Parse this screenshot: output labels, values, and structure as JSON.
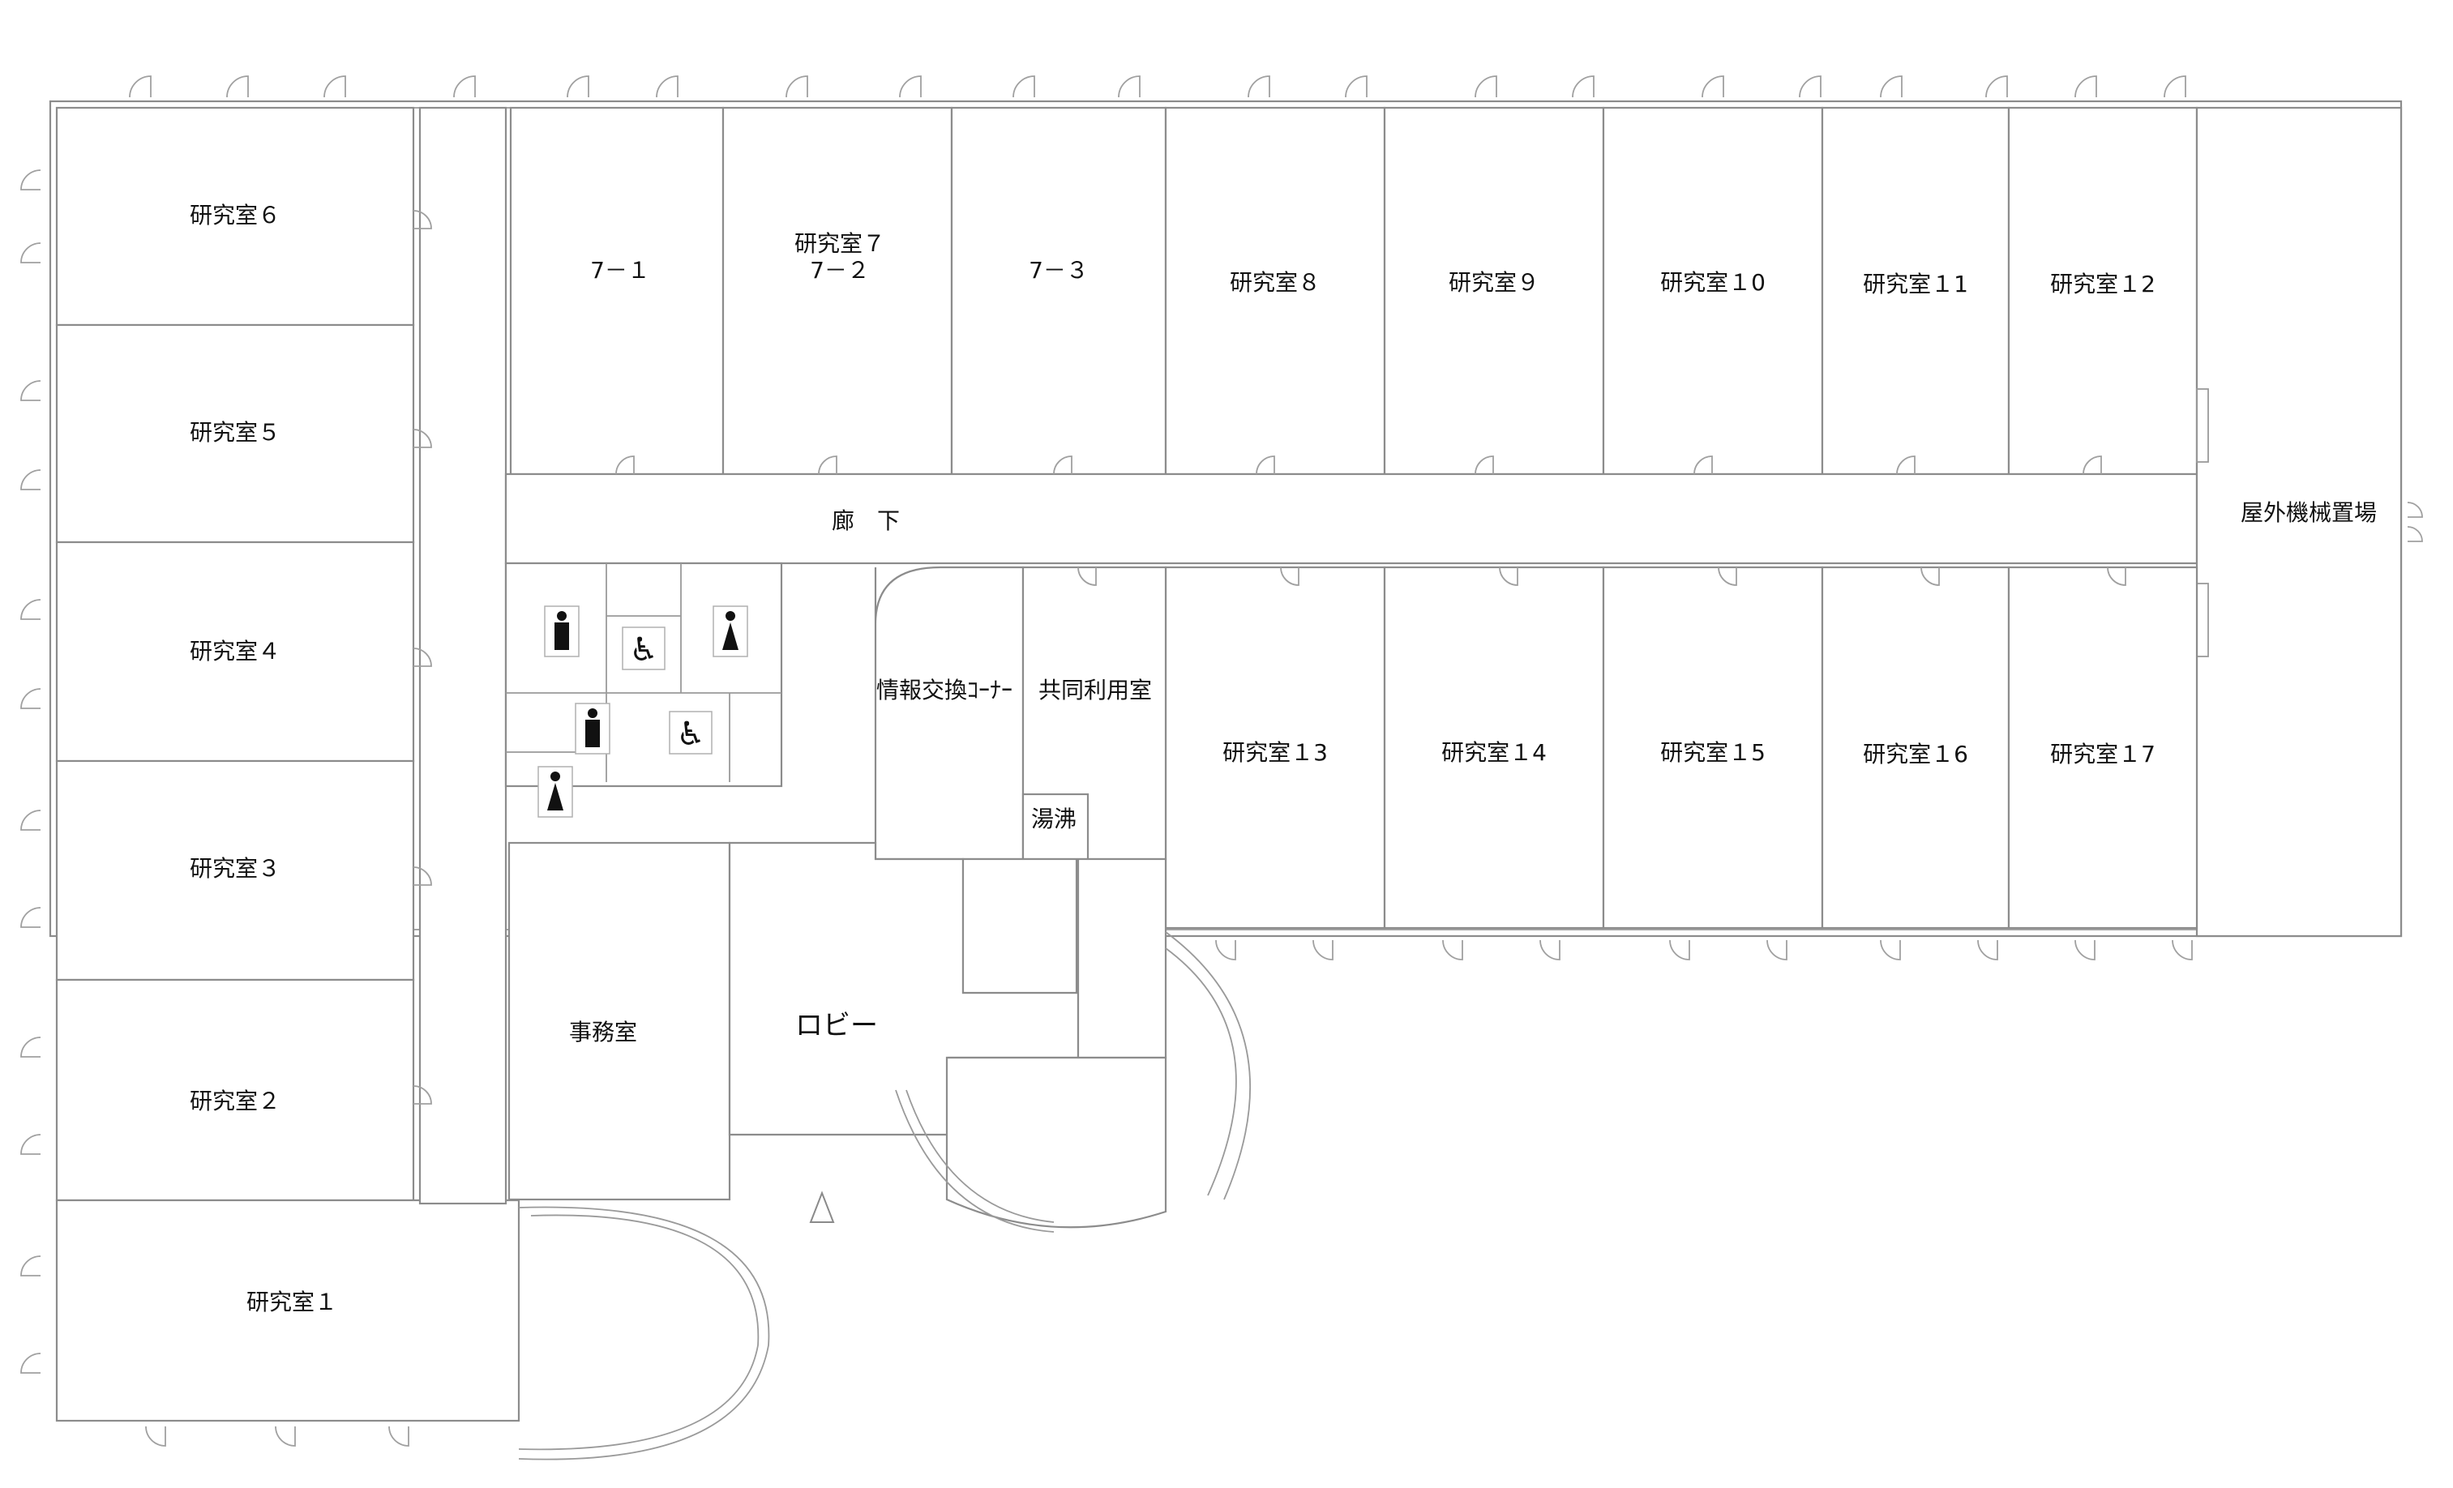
{
  "rooms": {
    "lab1": "研究室１",
    "lab2": "研究室２",
    "lab3": "研究室３",
    "lab4": "研究室４",
    "lab5": "研究室５",
    "lab6": "研究室６",
    "lab7_1": "7－１",
    "lab7_title": "研究室７",
    "lab7_2": "7－２",
    "lab7_3": "7－３",
    "lab8": "研究室８",
    "lab9": "研究室９",
    "lab10": "研究室１0",
    "lab11": "研究室１1",
    "lab12": "研究室１2",
    "lab13": "研究室１3",
    "lab14": "研究室１4",
    "lab15": "研究室１5",
    "lab16": "研究室１6",
    "lab17": "研究室１7",
    "corridor": "廊　下",
    "outdoor_machinery": "屋外機械置場",
    "info_corner": "情報交換ｺｰﾅｰ",
    "shared_room": "共同利用室",
    "kettle": "湯沸",
    "office": "事務室",
    "lobby": "ロビー"
  },
  "icons": [
    "male-restroom-icon",
    "accessible-restroom-icon",
    "female-restroom-icon",
    "entrance-arrow-icon"
  ]
}
